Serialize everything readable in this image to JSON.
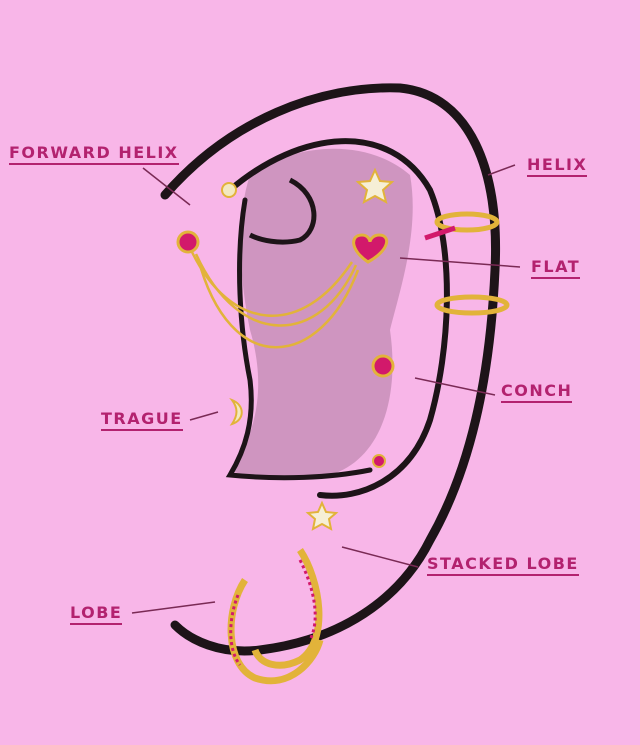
{
  "labels": {
    "forward_helix": "FORWARD HELIX",
    "helix": "HELIX",
    "flat": "FLAT",
    "conch": "CONCH",
    "tragus": "TRAGUE",
    "stacked_lobe": "STACKED LOBE",
    "lobe": "LOBE"
  },
  "colors": {
    "background": "#f8b6e8",
    "label": "#b3226f",
    "gold": "#e2b33a",
    "gem": "#d2196b"
  }
}
